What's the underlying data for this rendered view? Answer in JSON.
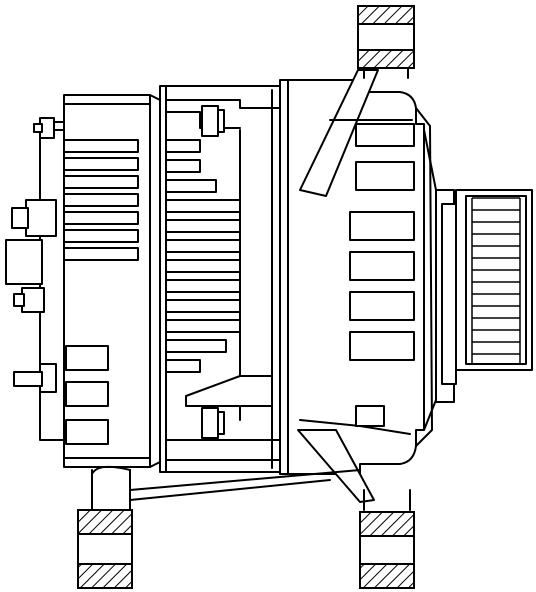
{
  "figure": {
    "subject": "",
    "colors": {
      "line": "#000000",
      "background": "#ffffff"
    },
    "parts": [
      "rear-housing",
      "rear-terminal-nuts",
      "cooling-fins",
      "stator-core",
      "front-housing",
      "front-cooling-slots",
      "top-mounting-ear",
      "bottom-mounting-feet",
      "pulley"
    ]
  }
}
